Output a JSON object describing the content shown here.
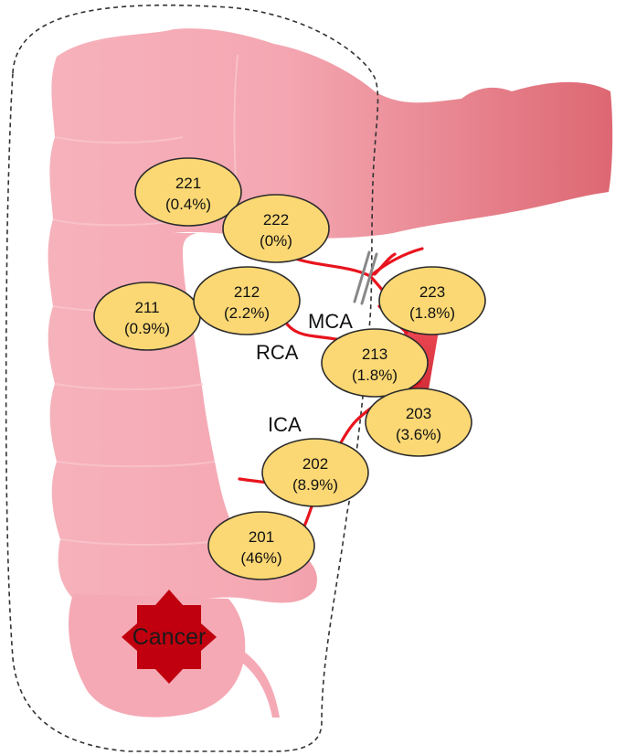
{
  "colors": {
    "colon_light": "#f7b4bd",
    "colon_dark": "#dc6570",
    "vessel": "#e8141e",
    "node_fill": "#fbd874",
    "node_stroke": "#2b2b2b",
    "cancer": "#c0000e",
    "boundary": "#333333"
  },
  "labels": {
    "mca": "MCA",
    "rca": "RCA",
    "ica": "ICA",
    "cancer": "Cancer"
  },
  "nodes": [
    {
      "id": "n221",
      "code": "221",
      "rate": "(0.4%)"
    },
    {
      "id": "n222",
      "code": "222",
      "rate": "(0%)"
    },
    {
      "id": "n211",
      "code": "211",
      "rate": "(0.9%)"
    },
    {
      "id": "n212",
      "code": "212",
      "rate": "(2.2%)"
    },
    {
      "id": "n223",
      "code": "223",
      "rate": "(1.8%)"
    },
    {
      "id": "n213",
      "code": "213",
      "rate": "(1.8%)"
    },
    {
      "id": "n203",
      "code": "203",
      "rate": "(3.6%)"
    },
    {
      "id": "n202",
      "code": "202",
      "rate": "(8.9%)"
    },
    {
      "id": "n201",
      "code": "201",
      "rate": "(46%)"
    }
  ]
}
